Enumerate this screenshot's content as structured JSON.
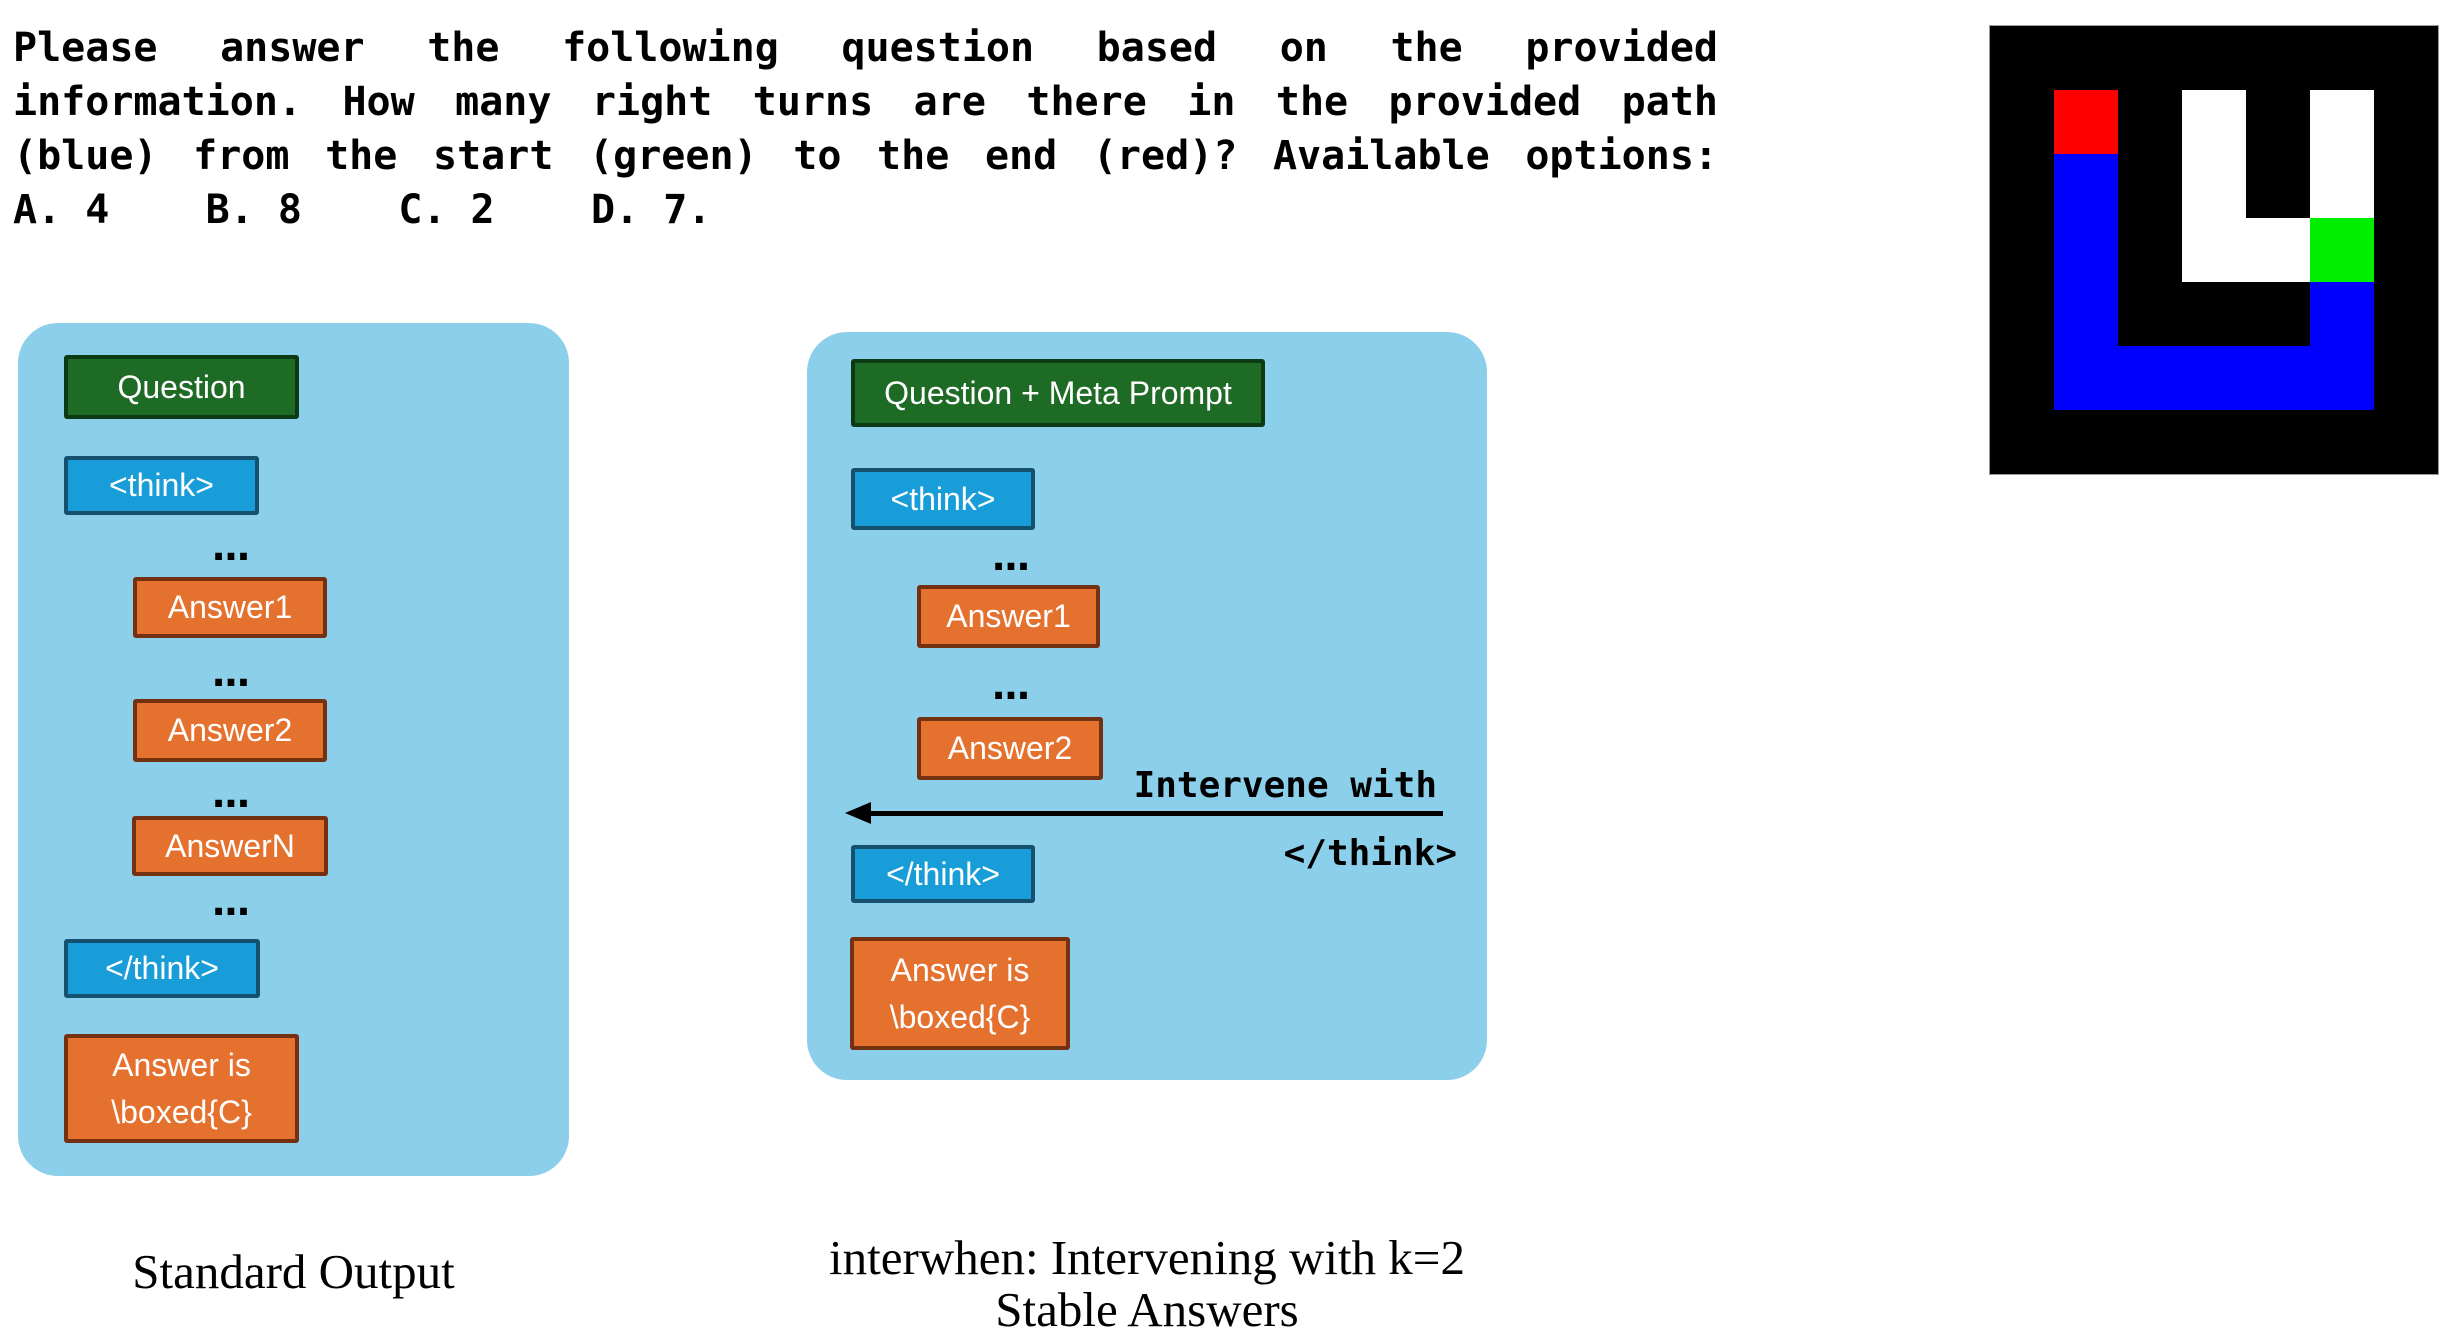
{
  "question": {
    "lines": [
      "Please answer the following question based on the provided",
      "information. How many right turns are there in the provided path",
      "(blue) from the start (green) to the end (red)? Available options:",
      "A. 4    B. 8    C. 2    D. 7."
    ]
  },
  "maze": {
    "rows": [
      "KKKKKKK",
      "KRKWKWK",
      "KBKWKWK",
      "KBKWWGK",
      "KBKKKBK",
      "KBBBBBK",
      "KKKKKKK"
    ],
    "legend": {
      "K": "#000000",
      "W": "#FFFFFF",
      "R": "#FF0000",
      "B": "#0000FF",
      "G": "#00EE00"
    }
  },
  "left_panel": {
    "question_label": "Question",
    "think_open": "<think>",
    "dots": "...",
    "answer1": "Answer1",
    "answer2": "Answer2",
    "answerN": "AnswerN",
    "think_close": "</think>",
    "final_answer_line1": "Answer is",
    "final_answer_line2": "\\boxed{C}",
    "caption": "Standard Output"
  },
  "right_panel": {
    "question_label": "Question + Meta Prompt",
    "think_open": "<think>",
    "dots": "...",
    "answer1": "Answer1",
    "answer2": "Answer2",
    "intervene_label": "Intervene with",
    "intervene_token": "</think>",
    "think_close": "</think>",
    "final_answer_line1": "Answer is",
    "final_answer_line2": "\\boxed{C}",
    "caption_line1": "interwhen: Intervening with k=2",
    "caption_line2": "Stable Answers"
  },
  "colors": {
    "panel_bg": "#8CCFEA",
    "green_fill": "#1E6B26",
    "green_border": "#0C3A12",
    "blue_fill": "#189DD9",
    "blue_border": "#15506F",
    "orange_fill": "#E5712F",
    "orange_border": "#733112",
    "label_text": "#FFFFFF",
    "ink": "#000000"
  }
}
